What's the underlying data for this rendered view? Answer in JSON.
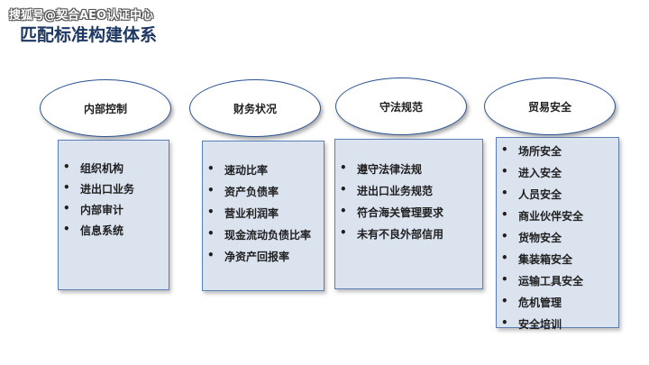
{
  "watermark": "搜狐号@契合AEO认证中心",
  "title": "匹配标准构建体系",
  "columns": [
    {
      "heading": "内部控制",
      "items": [
        "组织机构",
        "进出口业务",
        "内部审计",
        "信息系统"
      ]
    },
    {
      "heading": "财务状况",
      "items": [
        "速动比率",
        "资产负债率",
        "营业利润率",
        "现金流动负债比率",
        "净资产回报率"
      ]
    },
    {
      "heading": "守法规范",
      "items": [
        "遵守法律法规",
        "进出口业务规范",
        "符合海关管理要求",
        "未有不良外部信用"
      ]
    },
    {
      "heading": "贸易安全",
      "items": [
        "场所安全",
        "进入安全",
        "人员安全",
        "商业伙伴安全",
        "货物安全",
        "集装箱安全",
        "运输工具安全",
        "危机管理",
        "安全培训"
      ]
    }
  ],
  "colors": {
    "title": "#1f3864",
    "box_fill": "#dbe3ef",
    "box_border": "#5b7fb5",
    "oval_border": "#2e5597"
  },
  "icons": {
    "bullet": "bullet-dot-icon"
  }
}
